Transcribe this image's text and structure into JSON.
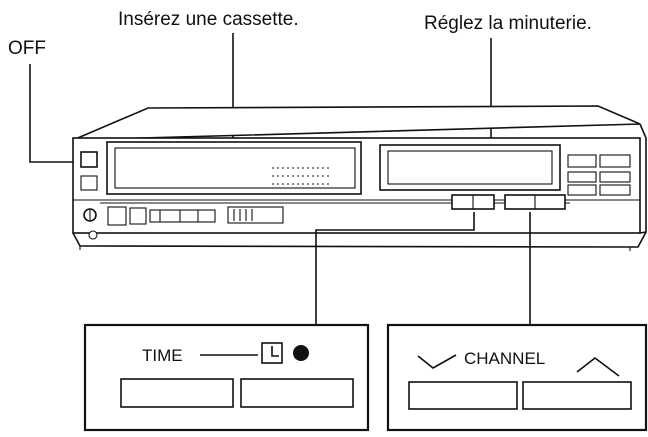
{
  "labels": {
    "off": "OFF",
    "insert_cassette": "Insérez une cassette.",
    "set_timer": "Réglez la minuterie."
  },
  "time_panel": {
    "label": "TIME"
  },
  "channel_panel": {
    "label": "CHANNEL"
  }
}
